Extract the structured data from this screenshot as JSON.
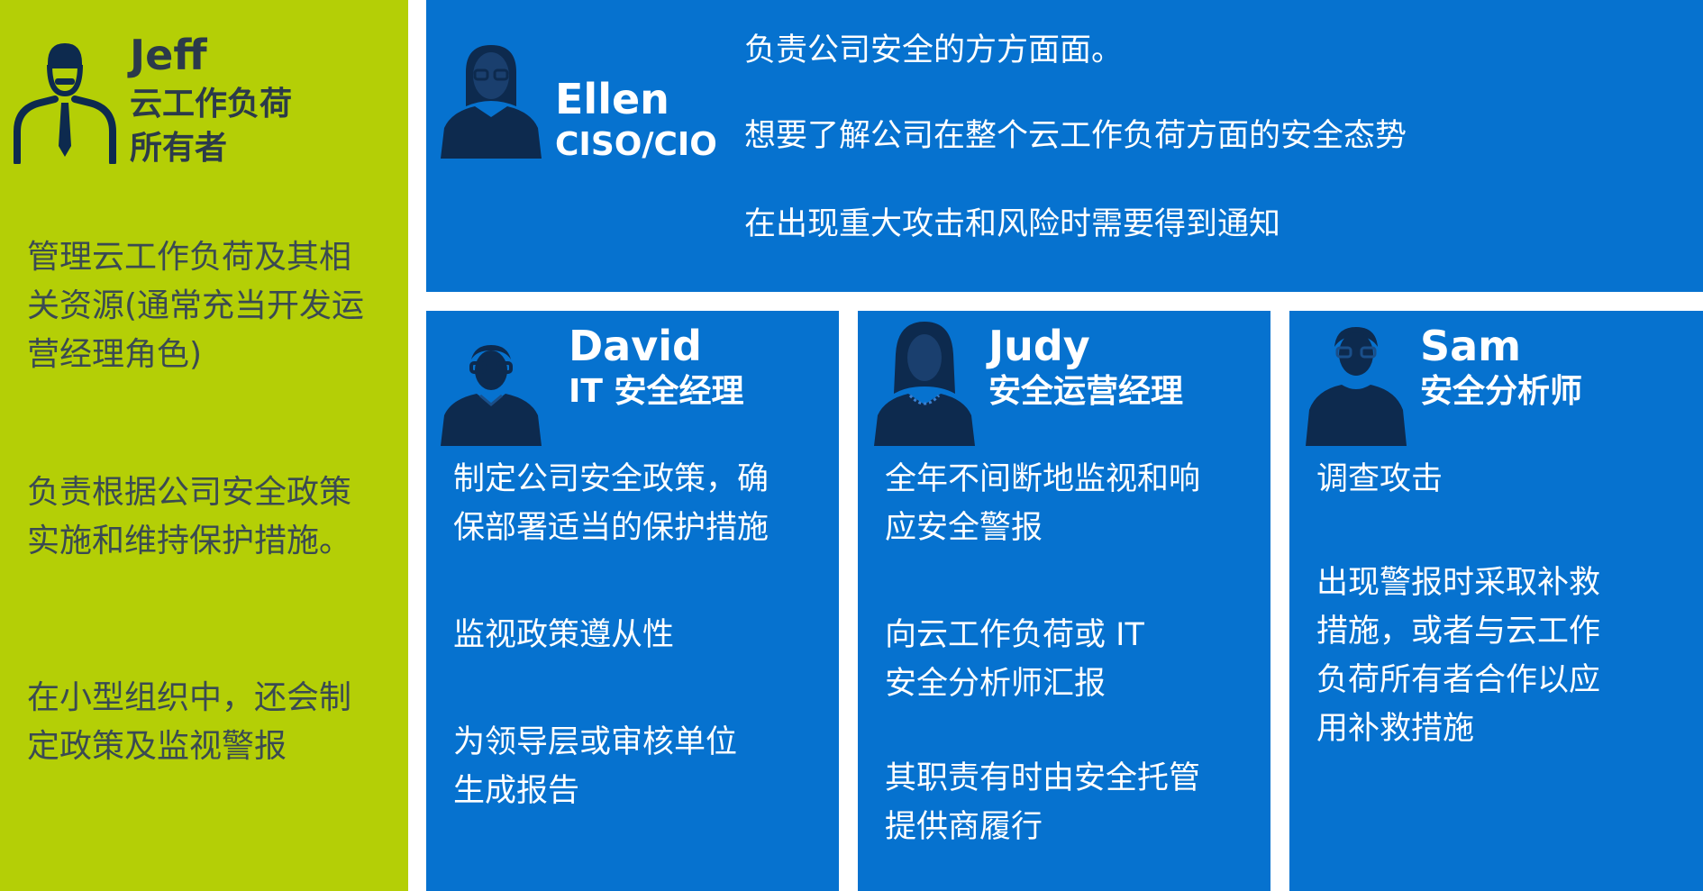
{
  "jeff": {
    "name": "Jeff",
    "role": [
      "云工作负荷",
      "所有者"
    ],
    "paragraphs": [
      [
        "管理云工作负荷及其相",
        "关资源(通常充当开发运",
        "营经理角色)"
      ],
      [
        "负责根据公司安全政策",
        "实施和维持保护措施。"
      ],
      [
        "在小型组织中，还会制",
        "定政策及监视警报"
      ]
    ],
    "avatar_icon": "man-with-tie-icon"
  },
  "ellen": {
    "name": "Ellen",
    "role": "CISO/CIO",
    "paragraphs": [
      "负责公司安全的方方面面。",
      "想要了解公司在整个云工作负荷方面的安全态势",
      "在出现重大攻击和风险时需要得到通知"
    ],
    "avatar_icon": "woman-with-glasses-icon"
  },
  "david": {
    "name": "David",
    "role": "IT 安全经理",
    "paragraphs": [
      [
        "制定公司安全政策，确",
        "保部署适当的保护措施"
      ],
      [
        "监视政策遵从性"
      ],
      [
        "为领导层或审核单位",
        "生成报告"
      ]
    ],
    "avatar_icon": "man-with-glasses-mustache-icon"
  },
  "judy": {
    "name": "Judy",
    "role": "安全运营经理",
    "paragraphs": [
      [
        "全年不间断地监视和响",
        "应安全警报"
      ],
      [
        "向云工作负荷或 IT",
        "安全分析师汇报"
      ],
      [
        "其职责有时由安全托管",
        "提供商履行"
      ]
    ],
    "avatar_icon": "woman-with-necklace-icon"
  },
  "sam": {
    "name": "Sam",
    "role": "安全分析师",
    "paragraphs": [
      [
        "调查攻击"
      ],
      [
        "出现警报时采取补救",
        "措施，或者与云工作",
        "负荷所有者合作以应",
        "用补救措施"
      ]
    ],
    "avatar_icon": "man-with-glasses-icon"
  },
  "colors": {
    "green_panel": "#b4cf06",
    "blue_panel": "#0672cf",
    "avatar_dark": "#0d2a4e"
  }
}
